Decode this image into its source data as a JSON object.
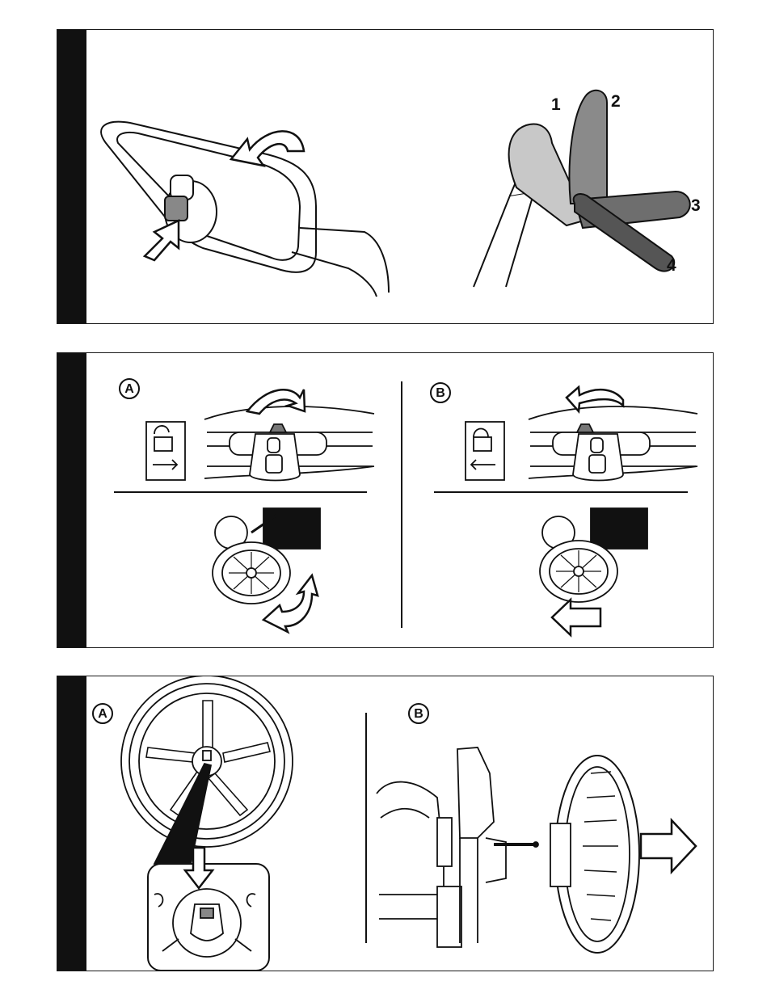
{
  "panel1": {
    "positions": [
      "1",
      "2",
      "3",
      "4"
    ]
  },
  "panel2": {
    "badge_a": "A",
    "badge_b": "B"
  },
  "panel3": {
    "badge_a": "A",
    "badge_b": "B"
  },
  "colors": {
    "ink": "#111111",
    "sidebar": "#111111",
    "handle_light": "#c8c8c8",
    "handle_mid": "#8a8a8a",
    "handle_dark": "#555555"
  }
}
